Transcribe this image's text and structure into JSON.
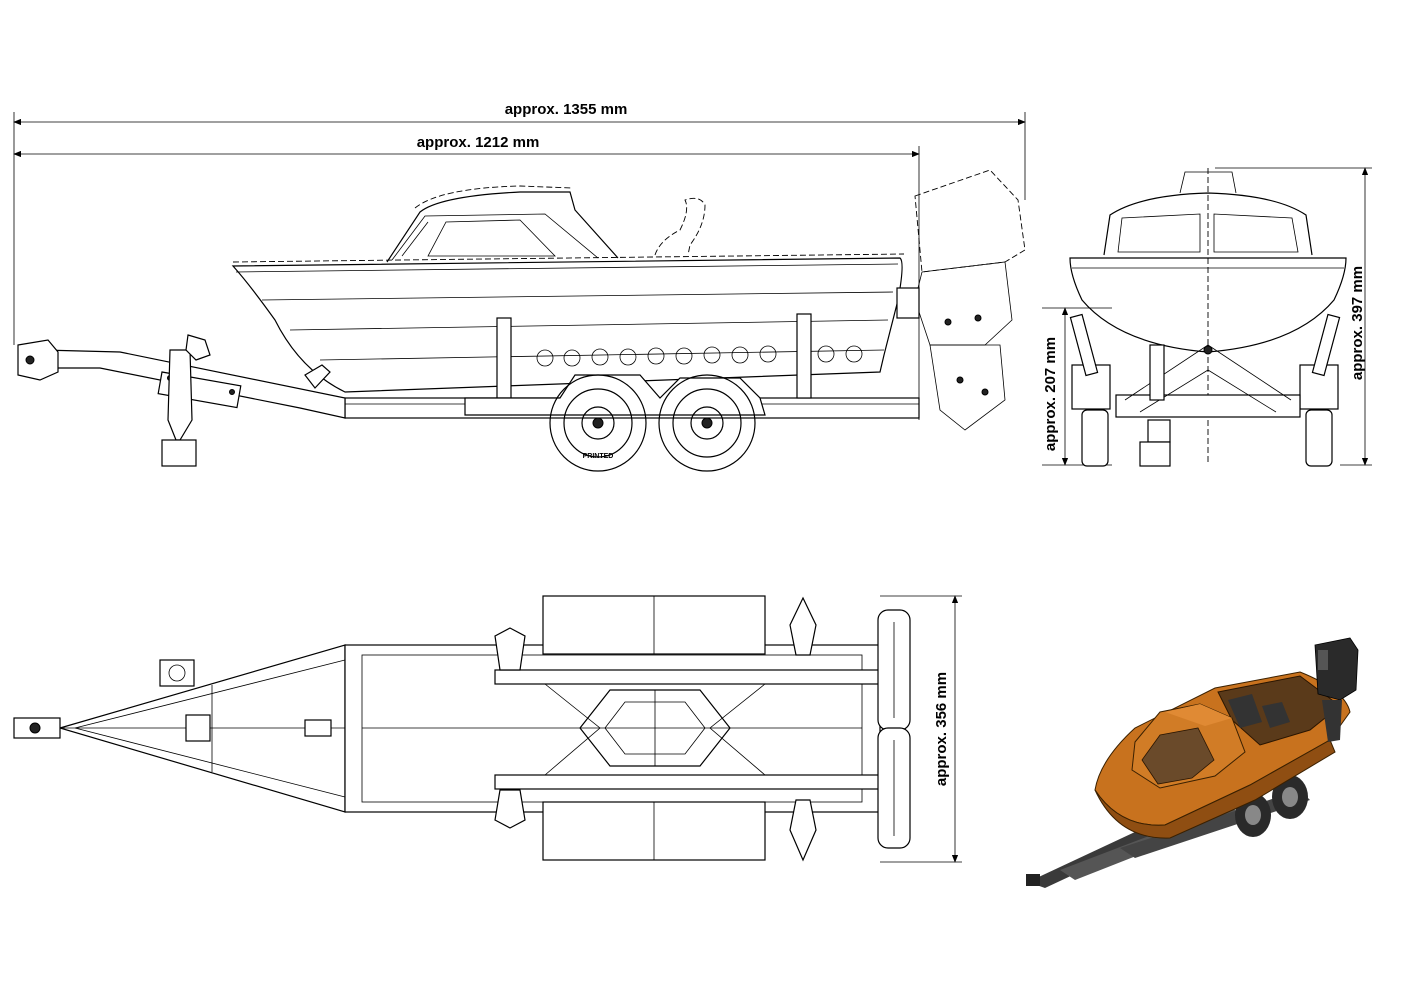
{
  "dimensions": {
    "overall_length": "approx. 1355 mm",
    "trailer_length": "approx. 1212 mm",
    "front_height_total": "approx. 397 mm",
    "front_height_trailer": "approx. 207 mm",
    "top_width": "approx. 356 mm"
  },
  "tire_lettering": "PRINTED",
  "render_colors": {
    "hull": "#c8721e",
    "frame": "#444444",
    "tire": "#2a2a2a"
  }
}
